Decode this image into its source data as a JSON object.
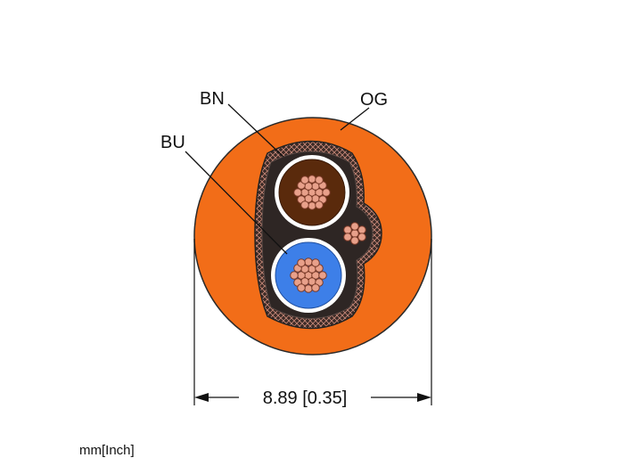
{
  "labels": {
    "bn": "BN",
    "og": "OG",
    "bu": "BU"
  },
  "dimension": {
    "text": "8.89 [0.35]"
  },
  "units_note": "mm[Inch]",
  "colors": {
    "jacket": "#f26d18",
    "brown_insulation": "#5a2a0c",
    "blue_insulation": "#3d7fe8",
    "copper": "#e8a08a",
    "shield": "#3a3030"
  }
}
